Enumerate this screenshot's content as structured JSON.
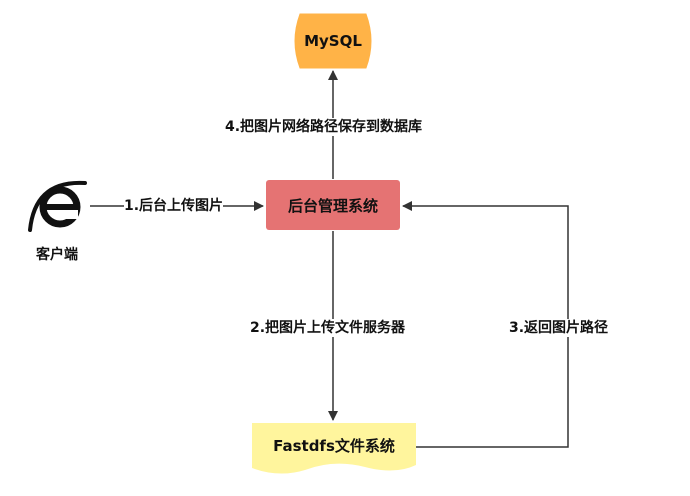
{
  "nodes": {
    "mysql": "MySQL",
    "backend": "后台管理系统",
    "fastdfs": "Fastdfs文件系统",
    "client": "客户端"
  },
  "edges": {
    "upload_image": "1.后台上传图片",
    "upload_to_file_server": "2.把图片上传文件服务器",
    "return_image_path": "3.返回图片路径",
    "save_path_to_db": "4.把图片网络路径保存到数据库"
  },
  "colors": {
    "mysql_fill": "#FFB347",
    "backend_fill": "#E57373",
    "fastdfs_fill": "#FFF59D",
    "client_icon": "#111111",
    "arrow": "#333333"
  },
  "icons": {
    "client": "internet-explorer-icon"
  }
}
